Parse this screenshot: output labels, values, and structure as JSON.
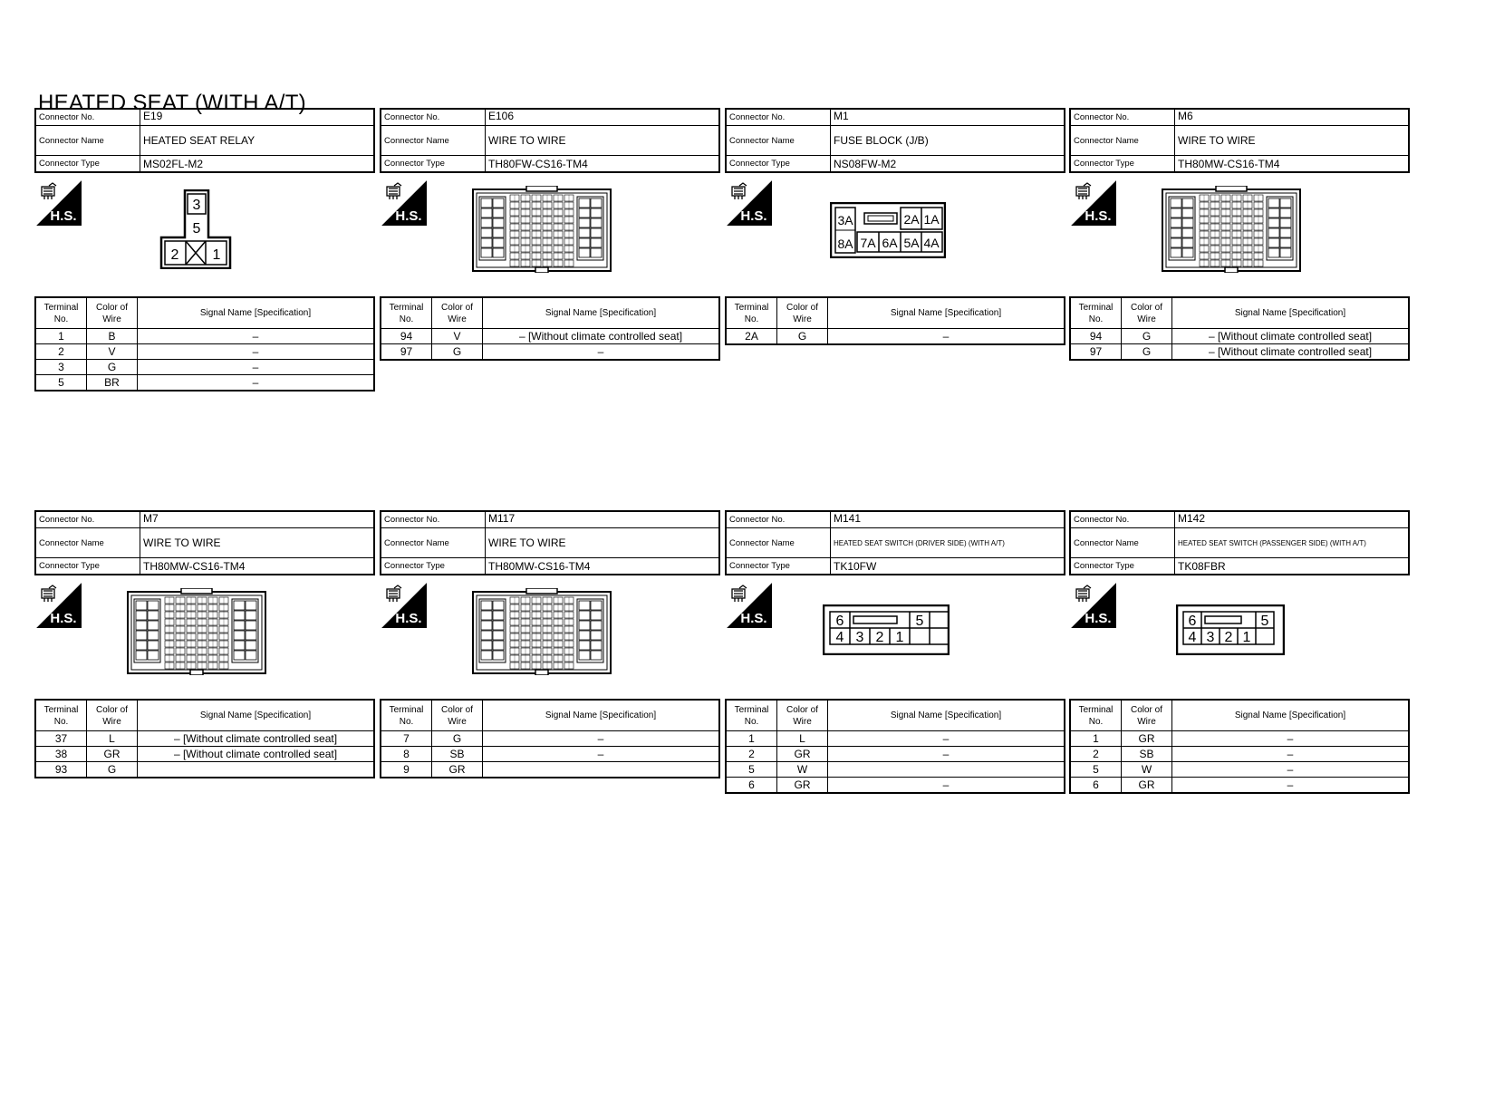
{
  "page_title": "HEATED SEAT (WITH A/T)",
  "labels": {
    "connector_no": "Connector No.",
    "connector_name": "Connector Name",
    "connector_type": "Connector Type",
    "hs_badge": "H.S.",
    "col_terminal": "Terminal No.",
    "col_color": "Color of Wire",
    "col_signal": "Signal Name [Specification]"
  },
  "connectors": [
    {
      "no": "E19",
      "name": "HEATED SEAT RELAY",
      "type": "MS02FL-M2",
      "diagram": "relay",
      "terminals": [
        {
          "t": "1",
          "c": "B",
          "s": "–"
        },
        {
          "t": "2",
          "c": "V",
          "s": "–"
        },
        {
          "t": "3",
          "c": "G",
          "s": "–"
        },
        {
          "t": "5",
          "c": "BR",
          "s": "–"
        }
      ]
    },
    {
      "no": "E106",
      "name": "WIRE TO WIRE",
      "type": "TH80FW-CS16-TM4",
      "diagram": "multi",
      "terminals": [
        {
          "t": "94",
          "c": "V",
          "s": "– [Without climate controlled seat]"
        },
        {
          "t": "97",
          "c": "G",
          "s": "–"
        }
      ]
    },
    {
      "no": "M1",
      "name": "FUSE BLOCK (J/B)",
      "type": "NS08FW-M2",
      "diagram": "fuse",
      "terminals": [
        {
          "t": "2A",
          "c": "G",
          "s": "–"
        }
      ]
    },
    {
      "no": "M6",
      "name": "WIRE TO WIRE",
      "type": "TH80MW-CS16-TM4",
      "diagram": "multi",
      "terminals": [
        {
          "t": "94",
          "c": "G",
          "s": "– [Without climate controlled seat]"
        },
        {
          "t": "97",
          "c": "G",
          "s": "– [Without climate controlled seat]"
        }
      ]
    },
    {
      "no": "M7",
      "name": "WIRE TO WIRE",
      "type": "TH80MW-CS16-TM4",
      "diagram": "multi",
      "terminals": [
        {
          "t": "37",
          "c": "L",
          "s": "– [Without climate controlled seat]"
        },
        {
          "t": "38",
          "c": "GR",
          "s": "– [Without climate controlled seat]"
        },
        {
          "t": "93",
          "c": "G",
          "s": ""
        }
      ]
    },
    {
      "no": "M117",
      "name": "WIRE TO WIRE",
      "type": "TH80MW-CS16-TM4",
      "diagram": "multi",
      "terminals": [
        {
          "t": "7",
          "c": "G",
          "s": "–"
        },
        {
          "t": "8",
          "c": "SB",
          "s": "–"
        },
        {
          "t": "9",
          "c": "GR",
          "s": ""
        }
      ]
    },
    {
      "no": "M141",
      "name": "HEATED SEAT SWITCH (DRIVER SIDE) (WITH A/T)",
      "type": "TK10FW",
      "diagram": "switch10",
      "small": true,
      "terminals": [
        {
          "t": "1",
          "c": "L",
          "s": "–"
        },
        {
          "t": "2",
          "c": "GR",
          "s": "–"
        },
        {
          "t": "5",
          "c": "W",
          "s": ""
        },
        {
          "t": "6",
          "c": "GR",
          "s": "–"
        }
      ]
    },
    {
      "no": "M142",
      "name": "HEATED SEAT SWITCH (PASSENGER SIDE) (WITH A/T)",
      "type": "TK08FBR",
      "diagram": "switch8",
      "small": true,
      "terminals": [
        {
          "t": "1",
          "c": "GR",
          "s": "–"
        },
        {
          "t": "2",
          "c": "SB",
          "s": "–"
        },
        {
          "t": "5",
          "c": "W",
          "s": "–"
        },
        {
          "t": "6",
          "c": "GR",
          "s": "–"
        }
      ]
    }
  ],
  "pinouts": {
    "relay": [
      "3",
      "5",
      "2",
      "1"
    ],
    "fuse": [
      "3A",
      "2A",
      "1A",
      "8A",
      "7A",
      "6A",
      "5A",
      "4A"
    ],
    "switch10": [
      "6",
      "5",
      "4",
      "3",
      "2",
      "1"
    ],
    "switch8": [
      "6",
      "5",
      "4",
      "3",
      "2",
      "1"
    ]
  }
}
